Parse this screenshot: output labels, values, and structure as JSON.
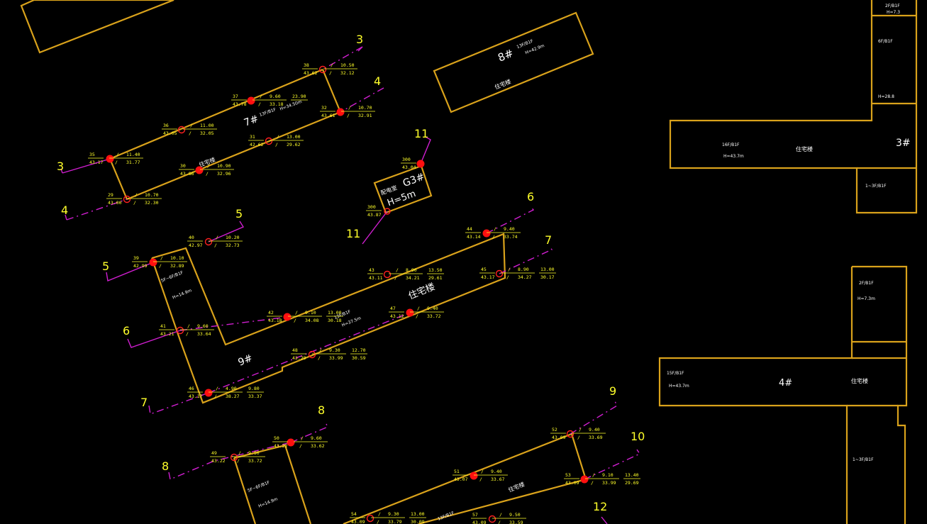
{
  "section_labels": [
    "3",
    "4",
    "3",
    "4",
    "11",
    "11",
    "5",
    "5",
    "6",
    "6",
    "7",
    "7",
    "8",
    "8",
    "9",
    "10",
    "12"
  ],
  "buildings": {
    "b8": {
      "id": "8#",
      "floors": "13F/B1F",
      "height": "H=42.9m",
      "use": "住宅楼"
    },
    "b7": {
      "id": "7#",
      "floors": "13F/B1F",
      "height": "H=34.50m",
      "use": "住宅楼"
    },
    "g3": {
      "id": "G3#",
      "use": "配电室",
      "height": "H=5m"
    },
    "b9": {
      "id": "9#",
      "floors": "13F/B1F",
      "height": "H=37.5m",
      "use": "住宅楼",
      "wing_floors": "5F~6F/B1F",
      "wing_height": "H=14.9m"
    },
    "b3": {
      "id": "3#",
      "floors": "16F/B1F",
      "height": "H=43.7m",
      "use": "住宅楼",
      "top_floors_a": "2F/B1F",
      "top_height_a": "H=7.3",
      "top_floors_b": "6F/B1F",
      "top_height_b": "H=28.8",
      "bottom_floors": "1~3F/B1F"
    },
    "b4": {
      "id": "4#",
      "floors": "15F/B1F",
      "height": "H=43.7m",
      "use": "住宅楼",
      "top_floors": "2F/B1F",
      "top_height": "H=7.3m",
      "bottom_floors": "1~3F/B1F"
    },
    "b10": {
      "floors": "13F/B1F",
      "use": "住宅楼",
      "wing_floors": "5F~6F/B1F",
      "wing_height": "H=14.9m"
    }
  },
  "nodes": [
    {
      "no": "35",
      "ground": "43.17",
      "a": "11.40",
      "b": "31.77"
    },
    {
      "no": "36",
      "ground": "43.05",
      "a": "11.00",
      "b": "32.05"
    },
    {
      "no": "37",
      "ground": "43.78",
      "a": "9.60",
      "b": "33.18",
      "c": "23.90"
    },
    {
      "no": "38",
      "ground": "43.62",
      "a": "10.50",
      "b": "32.12"
    },
    {
      "no": "29",
      "ground": "43.00",
      "a": "10.70",
      "b": "32.30"
    },
    {
      "no": "30",
      "ground": "43.86",
      "a": "10.90",
      "b": "32.96"
    },
    {
      "no": "31",
      "ground": "42.62",
      "a": "13.00",
      "b": "29.62"
    },
    {
      "no": "32",
      "ground": "43.61",
      "a": "10.70",
      "b": "32.91"
    },
    {
      "no": "300",
      "ground": "43.04"
    },
    {
      "no": "300",
      "ground": "43.87"
    },
    {
      "no": "39",
      "ground": "42.99",
      "a": "10.10",
      "b": "32.89"
    },
    {
      "no": "40",
      "ground": "42.97",
      "a": "10.20",
      "b": "32.73"
    },
    {
      "no": "41",
      "ground": "43.21",
      "a": "9.60",
      "b": "33.64"
    },
    {
      "no": "42",
      "ground": "43.18",
      "a": "9.10",
      "b": "34.08",
      "c": "13.00",
      "d": "30.18"
    },
    {
      "no": "43",
      "ground": "43.11",
      "a": "8.90",
      "b": "34.21",
      "c": "13.50",
      "d": "29.61"
    },
    {
      "no": "44",
      "ground": "43.14",
      "a": "9.40",
      "b": "33.74"
    },
    {
      "no": "45",
      "ground": "43.17",
      "a": "8.90",
      "b": "34.27",
      "c": "13.00",
      "d": "30.17"
    },
    {
      "no": "46",
      "ground": "43.17",
      "a": "4.90",
      "b": "38.27",
      "c": "9.80",
      "d": "33.37"
    },
    {
      "no": "47",
      "ground": "43.12",
      "a": "9.40",
      "b": "33.72"
    },
    {
      "no": "48",
      "ground": "43.29",
      "a": "9.30",
      "b": "33.99",
      "c": "12.70",
      "d": "30.59"
    },
    {
      "no": "49",
      "ground": "43.22",
      "a": "9.50",
      "b": "33.72"
    },
    {
      "no": "50",
      "ground": "43.22",
      "a": "9.60",
      "b": "33.62"
    },
    {
      "no": "51",
      "ground": "43.07",
      "a": "9.40",
      "b": "33.67"
    },
    {
      "no": "52",
      "ground": "43.09",
      "a": "9.40",
      "b": "33.69"
    },
    {
      "no": "53",
      "ground": "43.09",
      "a": "9.10",
      "b": "33.99",
      "c": "13.40",
      "d": "29.69"
    },
    {
      "no": "54",
      "ground": "43.09",
      "a": "9.30",
      "b": "33.79",
      "c": "13.00",
      "d": "30.09"
    },
    {
      "no": "57",
      "ground": "43.09",
      "a": "9.50",
      "b": "33.59"
    }
  ],
  "slash": "/",
  "colors": {
    "background": "#000000",
    "building": "#d9a21b",
    "section_line": "#d01ed0",
    "label": "#ffff2a",
    "point": "#ff1010",
    "text": "#ffffff"
  }
}
